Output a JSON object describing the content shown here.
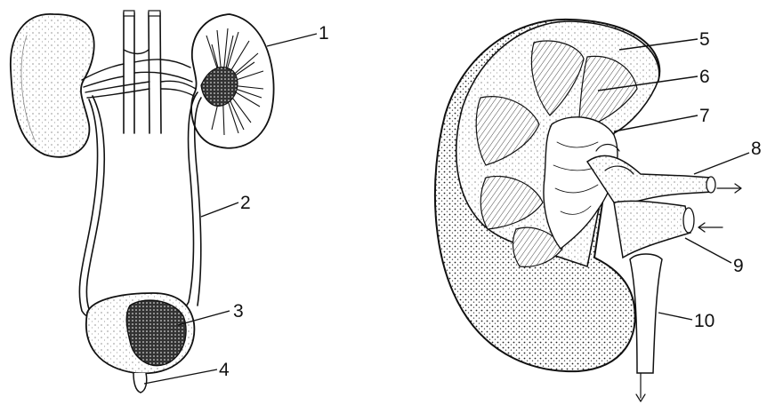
{
  "labels": [
    {
      "id": "1",
      "text": "1"
    },
    {
      "id": "2",
      "text": "2"
    },
    {
      "id": "3",
      "text": "3"
    },
    {
      "id": "4",
      "text": "4"
    },
    {
      "id": "5",
      "text": "5"
    },
    {
      "id": "6",
      "text": "6"
    },
    {
      "id": "7",
      "text": "7"
    },
    {
      "id": "8",
      "text": "8"
    },
    {
      "id": "9",
      "text": "9"
    },
    {
      "id": "10",
      "text": "10"
    }
  ],
  "colors": {
    "ink": "#111111",
    "paper": "#ffffff",
    "shade": "#bdbdbd"
  }
}
